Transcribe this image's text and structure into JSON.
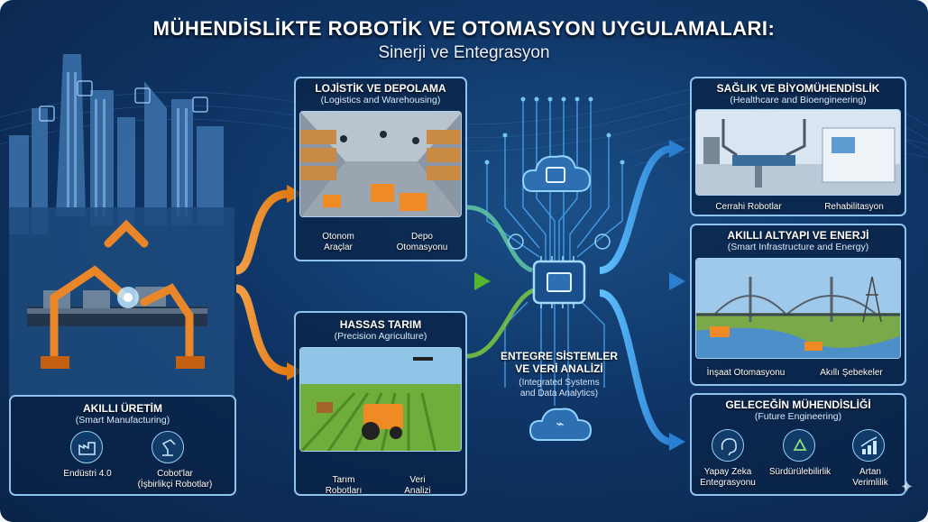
{
  "header": {
    "title": "MÜHENDİSLİKTE ROBOTİK VE OTOMASYON UYGULAMALARI:",
    "subtitle": "Sinerji ve Entegrasyon"
  },
  "manufacturing": {
    "title": "AKILLI ÜRETİM",
    "subtitle": "(Smart Manufacturing)",
    "items": [
      "Endüstri 4.0",
      "Cobot'lar\n(İşbirlikçi Robotlar)"
    ]
  },
  "logistics": {
    "title": "LOJİSTİK VE DEPOLAMA",
    "subtitle": "(Logistics and Warehousing)",
    "items": [
      "Otonom\nAraçlar",
      "Depo\nOtomasyonu"
    ]
  },
  "agriculture": {
    "title": "HASSAS TARIM",
    "subtitle": "(Precision Agriculture)",
    "items": [
      "Tarım\nRobotları",
      "Veri\nAnalizi"
    ]
  },
  "center": {
    "title": "ENTEGRE SİSTEMLER\nVE VERİ ANALİZİ",
    "subtitle": "(Integrated Systems\nand Data Analytics)"
  },
  "healthcare": {
    "title": "SAĞLIK VE BİYOMÜHENDİSLİK",
    "subtitle": "(Healthcare and Bioengineering)",
    "items": [
      "Cerrahi Robotlar",
      "Rehabilitasyon"
    ]
  },
  "infrastructure": {
    "title": "AKILLI ALTYAPI VE ENERJİ",
    "subtitle": "(Smart Infrastructure and Energy)",
    "items": [
      "İnşaat Otomasyonu",
      "Akıllı Şebekeler"
    ]
  },
  "future": {
    "title": "GELECEĞİN MÜHENDİSLİĞİ",
    "subtitle": "(Future Engineering)",
    "items": [
      "Yapay Zeka\nEntegrasyonu",
      "Sürdürülebilirlik",
      "Artan\nVerimlilik"
    ]
  },
  "icons": [
    "factory-icon",
    "robot-arm-icon",
    "brain-icon",
    "recycle-icon",
    "growth-chart-icon",
    "chip-icon",
    "cloud-icon",
    "sparkle-icon"
  ],
  "colors": {
    "accent_orange": "#f08a24",
    "accent_green": "#7ac943",
    "accent_blue": "#3a9ee8",
    "panel_border": "#8fc3ee"
  }
}
